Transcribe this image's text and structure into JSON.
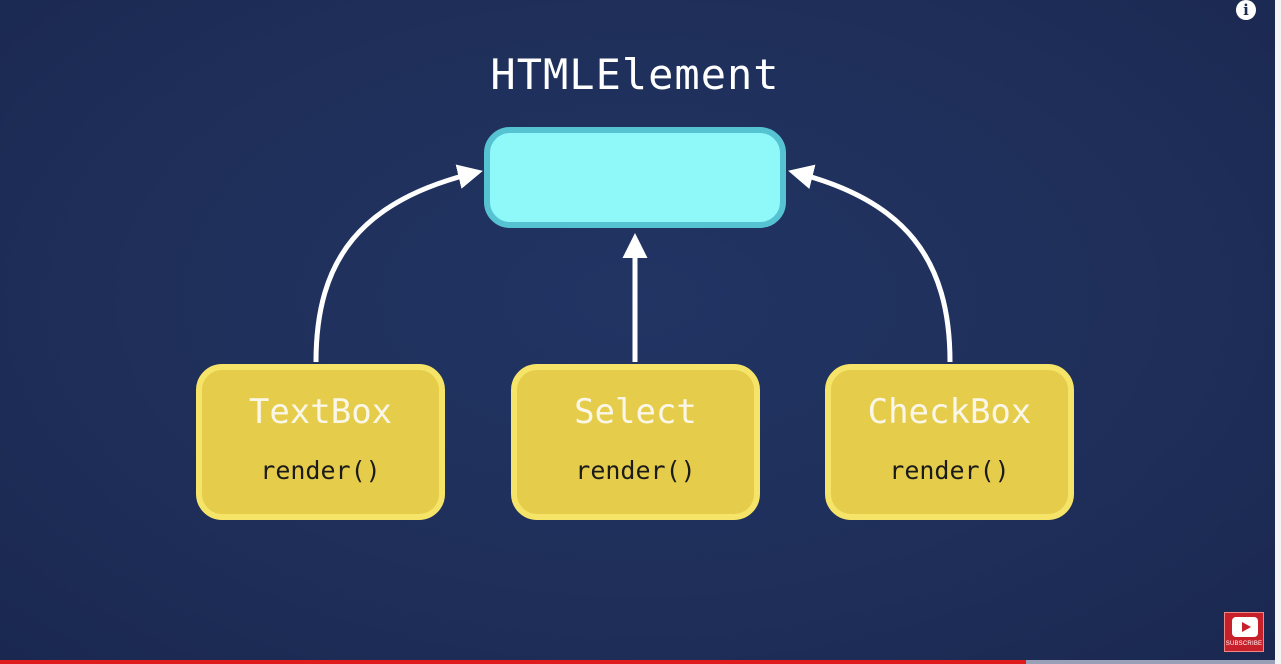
{
  "diagram": {
    "parent": {
      "label": "HTMLElement"
    },
    "children": [
      {
        "name": "TextBox",
        "method": "render()"
      },
      {
        "name": "Select",
        "method": "render()"
      },
      {
        "name": "CheckBox",
        "method": "render()"
      }
    ]
  },
  "player": {
    "subscribe_label": "SUBSCRIBE",
    "info_icon": "i",
    "progress_fraction": 0.805
  },
  "colors": {
    "background": "#1f2f5a",
    "parent_fill": "#8ff9fa",
    "parent_border": "#56c3d2",
    "child_fill": "#e5cc4a",
    "child_border": "#f5e468",
    "arrow": "#ffffff",
    "progress": "#e01b1b"
  }
}
